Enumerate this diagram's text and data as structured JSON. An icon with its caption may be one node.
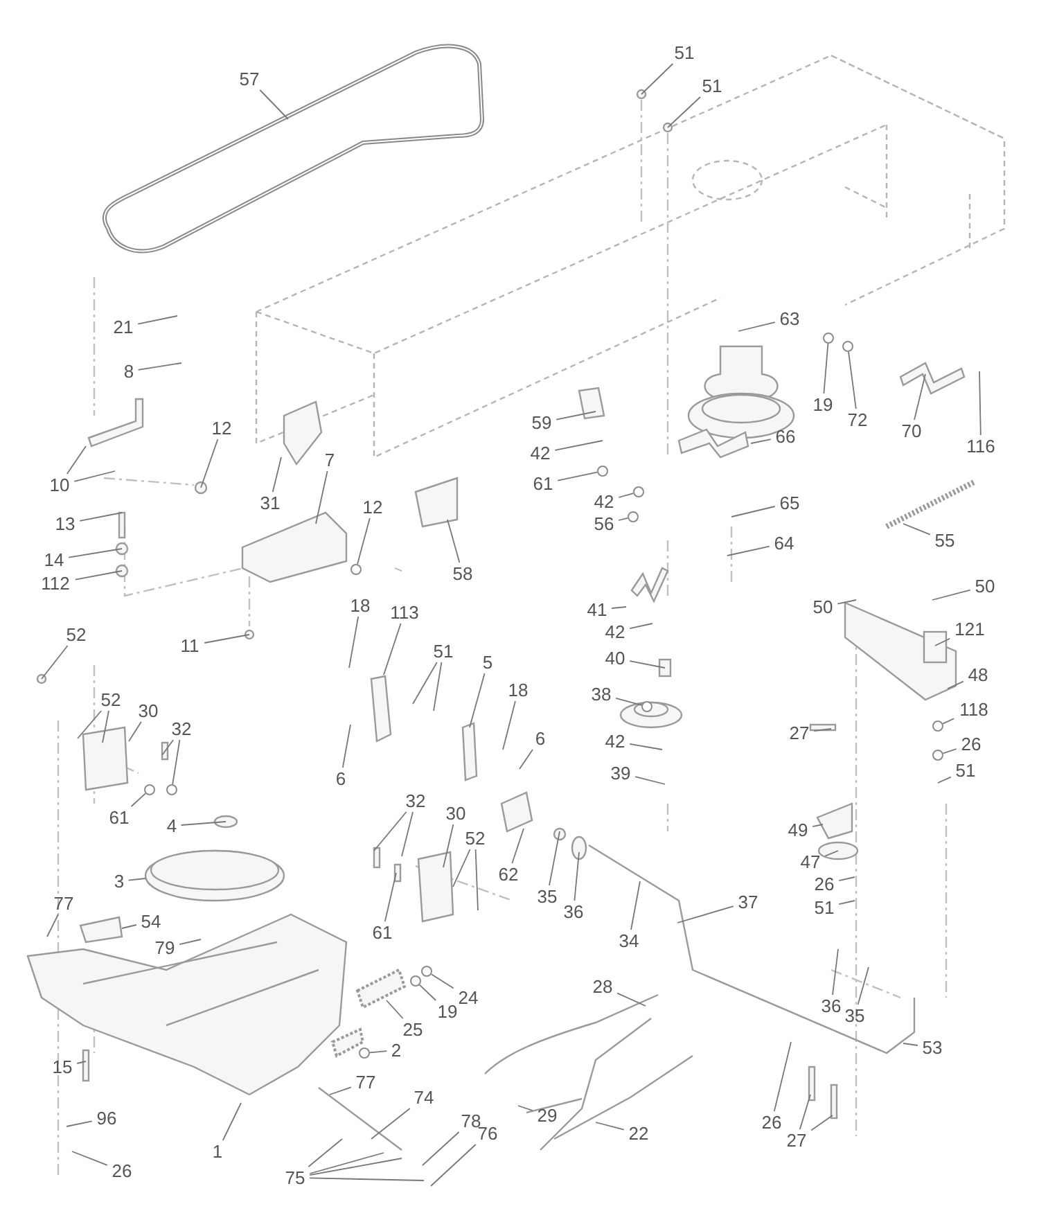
{
  "diagram": {
    "nodes": [
      {
        "text": [
          "57"
        ]
      },
      {
        "text": [
          "51"
        ]
      },
      {
        "text": [
          "51"
        ]
      },
      {
        "text": [
          "21"
        ]
      },
      {
        "text": [
          "8"
        ]
      },
      {
        "text": [
          "63"
        ]
      },
      {
        "text": [
          "19"
        ]
      },
      {
        "text": [
          "72"
        ]
      },
      {
        "text": [
          "70"
        ]
      },
      {
        "text": [
          "116"
        ]
      },
      {
        "text": [
          "10"
        ]
      },
      {
        "text": [
          "12"
        ]
      },
      {
        "text": [
          "31"
        ]
      },
      {
        "text": [
          "7"
        ]
      },
      {
        "text": [
          "12"
        ]
      },
      {
        "text": [
          "58"
        ]
      },
      {
        "text": [
          "13"
        ]
      },
      {
        "text": [
          "14"
        ]
      },
      {
        "text": [
          "112"
        ]
      },
      {
        "text": [
          "59"
        ]
      },
      {
        "text": [
          "42"
        ]
      },
      {
        "text": [
          "61"
        ]
      },
      {
        "text": [
          "66"
        ]
      },
      {
        "text": [
          "42"
        ]
      },
      {
        "text": [
          "56"
        ]
      },
      {
        "text": [
          "65"
        ]
      },
      {
        "text": [
          "64"
        ]
      },
      {
        "text": [
          "55"
        ]
      },
      {
        "text": [
          "11"
        ]
      },
      {
        "text": [
          "18"
        ]
      },
      {
        "text": [
          "113"
        ]
      },
      {
        "text": [
          "52"
        ]
      },
      {
        "text": [
          "51"
        ]
      },
      {
        "text": [
          "5"
        ]
      },
      {
        "text": [
          "18"
        ]
      },
      {
        "text": [
          "41"
        ]
      },
      {
        "text": [
          "42"
        ]
      },
      {
        "text": [
          "40"
        ]
      },
      {
        "text": [
          "38"
        ]
      },
      {
        "text": [
          "42"
        ]
      },
      {
        "text": [
          "39"
        ]
      },
      {
        "text": [
          "6"
        ]
      },
      {
        "text": [
          "6"
        ]
      },
      {
        "text": [
          "52"
        ]
      },
      {
        "text": [
          "30"
        ]
      },
      {
        "text": [
          "32"
        ]
      },
      {
        "text": [
          "61"
        ]
      },
      {
        "text": [
          "50"
        ]
      },
      {
        "text": [
          "50"
        ]
      },
      {
        "text": [
          "121"
        ]
      },
      {
        "text": [
          "48"
        ]
      },
      {
        "text": [
          "118"
        ]
      },
      {
        "text": [
          "26"
        ]
      },
      {
        "text": [
          "51"
        ]
      },
      {
        "text": [
          "27"
        ]
      },
      {
        "text": [
          "4"
        ]
      },
      {
        "text": [
          "3"
        ]
      },
      {
        "text": [
          "77"
        ]
      },
      {
        "text": [
          "54"
        ]
      },
      {
        "text": [
          "79"
        ]
      },
      {
        "text": [
          "32"
        ]
      },
      {
        "text": [
          "30"
        ]
      },
      {
        "text": [
          "52"
        ]
      },
      {
        "text": [
          "61"
        ]
      },
      {
        "text": [
          "62"
        ]
      },
      {
        "text": [
          "35"
        ]
      },
      {
        "text": [
          "36"
        ]
      },
      {
        "text": [
          "34"
        ]
      },
      {
        "text": [
          "37"
        ]
      },
      {
        "text": [
          "49"
        ]
      },
      {
        "text": [
          "47"
        ]
      },
      {
        "text": [
          "26"
        ]
      },
      {
        "text": [
          "51"
        ]
      },
      {
        "text": [
          "24"
        ]
      },
      {
        "text": [
          "19"
        ]
      },
      {
        "text": [
          "25"
        ]
      },
      {
        "text": [
          "2"
        ]
      },
      {
        "text": [
          "77"
        ]
      },
      {
        "text": [
          "15"
        ]
      },
      {
        "text": [
          "96"
        ]
      },
      {
        "text": [
          "26"
        ]
      },
      {
        "text": [
          "1"
        ]
      },
      {
        "text": [
          "74"
        ]
      },
      {
        "text": [
          "78"
        ]
      },
      {
        "text": [
          "76"
        ]
      },
      {
        "text": [
          "75"
        ]
      },
      {
        "text": [
          "28"
        ]
      },
      {
        "text": [
          "36"
        ]
      },
      {
        "text": [
          "35"
        ]
      },
      {
        "text": [
          "53"
        ]
      },
      {
        "text": [
          "29"
        ]
      },
      {
        "text": [
          "22"
        ]
      },
      {
        "text": [
          "26"
        ]
      },
      {
        "text": [
          "27"
        ]
      },
      {
        "text": [],
        "shape": "circle"
      },
      {
        "text": [],
        "shape": "circle"
      },
      {
        "text": [],
        "shape": "circle"
      },
      {
        "text": [],
        "shape": "circle"
      },
      {
        "text": [],
        "shape": "circle"
      },
      {
        "text": [],
        "shape": "circle"
      },
      {
        "text": [],
        "shape": "circle"
      },
      {
        "text": [],
        "shape": "circle"
      },
      {
        "text": [],
        "shape": "circle"
      },
      {
        "text": [],
        "shape": "circle"
      },
      {
        "text": [],
        "shape": "circle"
      },
      {
        "text": [],
        "shape": "circle"
      },
      {
        "text": [],
        "shape": "circle"
      },
      {
        "text": [],
        "shape": "circle"
      }
    ],
    "edges": [
      {
        "from": 0,
        "to": null,
        "arrow": "none"
      },
      {
        "from": 1,
        "to": null,
        "arrow": "none"
      },
      {
        "from": 2,
        "to": null,
        "arrow": "none"
      },
      {
        "from": 3,
        "to": null,
        "arrow": "none"
      },
      {
        "from": 4,
        "to": null,
        "arrow": "none"
      },
      {
        "from": 5,
        "to": null,
        "arrow": "none"
      },
      {
        "from": 6,
        "to": 94,
        "arrow": "none"
      },
      {
        "from": 7,
        "to": 105,
        "arrow": "none"
      },
      {
        "from": 8,
        "to": null,
        "arrow": "none"
      },
      {
        "from": 9,
        "to": null,
        "arrow": "none"
      },
      {
        "from": 10,
        "to": null,
        "arrow": "none"
      },
      {
        "from": 10,
        "to": null,
        "arrow": "none"
      },
      {
        "from": 11,
        "to": null,
        "arrow": "none"
      },
      {
        "from": 12,
        "to": null,
        "arrow": "none"
      },
      {
        "from": 13,
        "to": null,
        "arrow": "none"
      },
      {
        "from": 14,
        "to": 98,
        "arrow": "none"
      },
      {
        "from": 15,
        "to": null,
        "arrow": "none"
      },
      {
        "from": 16,
        "to": null,
        "arrow": "none"
      },
      {
        "from": 17,
        "to": null,
        "arrow": "none"
      },
      {
        "from": 18,
        "to": null,
        "arrow": "none"
      },
      {
        "from": 19,
        "to": null,
        "arrow": "none"
      },
      {
        "from": 20,
        "to": null,
        "arrow": "none"
      },
      {
        "from": 21,
        "to": 95,
        "arrow": "none"
      },
      {
        "from": 22,
        "to": null,
        "arrow": "none"
      },
      {
        "from": 23,
        "to": 96,
        "arrow": "none"
      },
      {
        "from": 24,
        "to": 97,
        "arrow": "none"
      },
      {
        "from": 25,
        "to": null,
        "arrow": "none"
      },
      {
        "from": 26,
        "to": null,
        "arrow": "none"
      },
      {
        "from": 27,
        "to": null,
        "arrow": "none"
      },
      {
        "from": 28,
        "to": null,
        "arrow": "none"
      },
      {
        "from": 29,
        "to": null,
        "arrow": "none"
      },
      {
        "from": 30,
        "to": null,
        "arrow": "none"
      },
      {
        "from": 31,
        "to": null,
        "arrow": "none"
      },
      {
        "from": 32,
        "to": null,
        "arrow": "none"
      },
      {
        "from": 32,
        "to": null,
        "arrow": "none"
      },
      {
        "from": 33,
        "to": null,
        "arrow": "none"
      },
      {
        "from": 34,
        "to": null,
        "arrow": "none"
      },
      {
        "from": 35,
        "to": null,
        "arrow": "none"
      },
      {
        "from": 36,
        "to": null,
        "arrow": "none"
      },
      {
        "from": 37,
        "to": null,
        "arrow": "none"
      },
      {
        "from": 38,
        "to": 99,
        "arrow": "none"
      },
      {
        "from": 39,
        "to": null,
        "arrow": "none"
      },
      {
        "from": 40,
        "to": null,
        "arrow": "none"
      },
      {
        "from": 41,
        "to": null,
        "arrow": "none"
      },
      {
        "from": 42,
        "to": null,
        "arrow": "none"
      },
      {
        "from": 43,
        "to": null,
        "arrow": "none"
      },
      {
        "from": 43,
        "to": null,
        "arrow": "none"
      },
      {
        "from": 44,
        "to": null,
        "arrow": "none"
      },
      {
        "from": 45,
        "to": null,
        "arrow": "none"
      },
      {
        "from": 45,
        "to": 102,
        "arrow": "none"
      },
      {
        "from": 46,
        "to": 106,
        "arrow": "none"
      },
      {
        "from": 47,
        "to": null,
        "arrow": "none"
      },
      {
        "from": 48,
        "to": null,
        "arrow": "none"
      },
      {
        "from": 49,
        "to": null,
        "arrow": "none"
      },
      {
        "from": 50,
        "to": null,
        "arrow": "none"
      },
      {
        "from": 51,
        "to": 100,
        "arrow": "none"
      },
      {
        "from": 52,
        "to": 101,
        "arrow": "none"
      },
      {
        "from": 53,
        "to": null,
        "arrow": "none"
      },
      {
        "from": 54,
        "to": null,
        "arrow": "none"
      },
      {
        "from": 55,
        "to": null,
        "arrow": "none"
      },
      {
        "from": 56,
        "to": null,
        "arrow": "none"
      },
      {
        "from": 57,
        "to": null,
        "arrow": "none"
      },
      {
        "from": 58,
        "to": null,
        "arrow": "none"
      },
      {
        "from": 59,
        "to": null,
        "arrow": "none"
      },
      {
        "from": 60,
        "to": null,
        "arrow": "none"
      },
      {
        "from": 60,
        "to": null,
        "arrow": "none"
      },
      {
        "from": 61,
        "to": null,
        "arrow": "none"
      },
      {
        "from": 62,
        "to": null,
        "arrow": "none"
      },
      {
        "from": 62,
        "to": null,
        "arrow": "none"
      },
      {
        "from": 63,
        "to": null,
        "arrow": "none"
      },
      {
        "from": 64,
        "to": null,
        "arrow": "none"
      },
      {
        "from": 65,
        "to": null,
        "arrow": "none"
      },
      {
        "from": 66,
        "to": null,
        "arrow": "none"
      },
      {
        "from": 67,
        "to": null,
        "arrow": "none"
      },
      {
        "from": 68,
        "to": null,
        "arrow": "none"
      },
      {
        "from": 69,
        "to": null,
        "arrow": "none"
      },
      {
        "from": 70,
        "to": null,
        "arrow": "none"
      },
      {
        "from": 71,
        "to": null,
        "arrow": "none"
      },
      {
        "from": 72,
        "to": null,
        "arrow": "none"
      },
      {
        "from": 73,
        "to": 103,
        "arrow": "none"
      },
      {
        "from": 74,
        "to": 107,
        "arrow": "none"
      },
      {
        "from": 75,
        "to": null,
        "arrow": "none"
      },
      {
        "from": 76,
        "to": 104,
        "arrow": "none"
      },
      {
        "from": 77,
        "to": null,
        "arrow": "none"
      },
      {
        "from": 78,
        "to": null,
        "arrow": "none"
      },
      {
        "from": 79,
        "to": null,
        "arrow": "none"
      },
      {
        "from": 80,
        "to": null,
        "arrow": "none"
      },
      {
        "from": 81,
        "to": null,
        "arrow": "none"
      },
      {
        "from": 82,
        "to": null,
        "arrow": "none"
      },
      {
        "from": 83,
        "to": null,
        "arrow": "none"
      },
      {
        "from": 84,
        "to": null,
        "arrow": "none"
      },
      {
        "from": 85,
        "to": null,
        "arrow": "none"
      },
      {
        "from": 85,
        "to": null,
        "arrow": "none"
      },
      {
        "from": 85,
        "to": null,
        "arrow": "none"
      },
      {
        "from": 85,
        "to": null,
        "arrow": "none"
      },
      {
        "from": 86,
        "to": null,
        "arrow": "none"
      },
      {
        "from": 87,
        "to": null,
        "arrow": "none"
      },
      {
        "from": 88,
        "to": null,
        "arrow": "none"
      },
      {
        "from": 89,
        "to": null,
        "arrow": "none"
      },
      {
        "from": 90,
        "to": null,
        "arrow": "none"
      },
      {
        "from": 91,
        "to": null,
        "arrow": "none"
      },
      {
        "from": 92,
        "to": null,
        "arrow": "none"
      },
      {
        "from": 93,
        "to": null,
        "arrow": "none"
      },
      {
        "from": 93,
        "to": null,
        "arrow": "none"
      }
    ]
  }
}
